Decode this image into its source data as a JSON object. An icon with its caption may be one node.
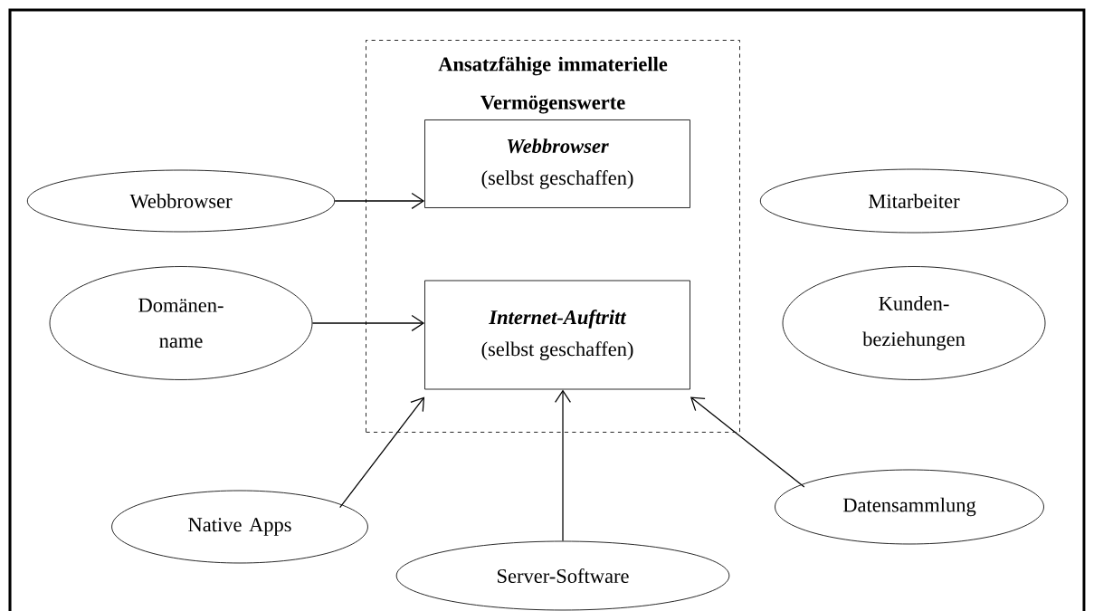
{
  "diagram": {
    "nodes": [
      {
        "text": [
          "Ansatzfähige immaterielle Vermögenswerte"
        ]
      },
      {
        "text": [
          "Webbrowser",
          "(selbst geschaffen)"
        ],
        "in": 0
      },
      {
        "text": [
          "Internet-Auftritt",
          "(selbst geschaffen)"
        ],
        "in": 0
      },
      {
        "text": [
          "Webbrowser"
        ]
      },
      {
        "text": [
          "Domänen- name"
        ]
      },
      {
        "text": [
          "Mitarbeiter"
        ]
      },
      {
        "text": [
          "Kunden- beziehungen"
        ]
      },
      {
        "text": [
          "Native Apps"
        ]
      },
      {
        "text": [
          "Server-Software"
        ]
      },
      {
        "text": [
          "Datensammlung"
        ]
      }
    ],
    "edges": [
      {
        "from": 3,
        "to": 1,
        "arrow": "to"
      },
      {
        "from": 4,
        "to": 2,
        "arrow": "to"
      },
      {
        "from": 7,
        "to": 2,
        "arrow": "to"
      },
      {
        "from": 8,
        "to": 2,
        "arrow": "to"
      },
      {
        "from": 9,
        "to": 2,
        "arrow": "to"
      }
    ]
  }
}
